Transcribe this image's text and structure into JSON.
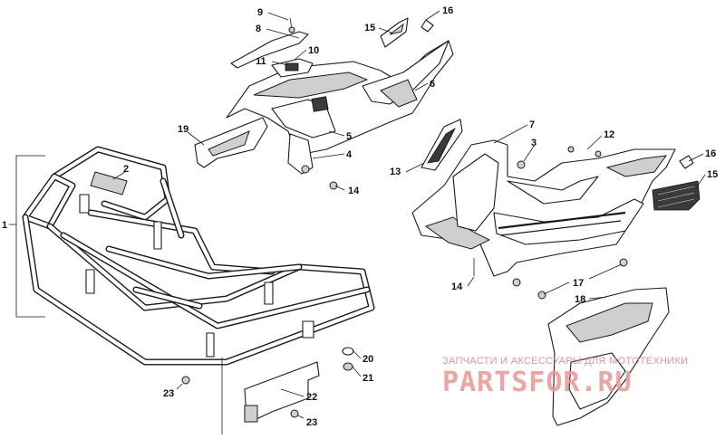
{
  "callouts": [
    {
      "n": "1"
    },
    {
      "n": "2"
    },
    {
      "n": "3"
    },
    {
      "n": "4"
    },
    {
      "n": "5"
    },
    {
      "n": "6"
    },
    {
      "n": "7"
    },
    {
      "n": "8"
    },
    {
      "n": "9"
    },
    {
      "n": "10"
    },
    {
      "n": "11"
    },
    {
      "n": "12"
    },
    {
      "n": "13"
    },
    {
      "n": "14"
    },
    {
      "n": "14"
    },
    {
      "n": "15"
    },
    {
      "n": "15"
    },
    {
      "n": "16"
    },
    {
      "n": "16"
    },
    {
      "n": "17"
    },
    {
      "n": "18"
    },
    {
      "n": "19"
    },
    {
      "n": "20"
    },
    {
      "n": "21"
    },
    {
      "n": "22"
    },
    {
      "n": "23"
    },
    {
      "n": "23"
    }
  ],
  "watermark": {
    "tagline": "ЗАПЧАСТИ И АКСЕССУАРЫ ДЛЯ МОТОТЕХНИКИ",
    "logo": "PARTSFOR.RU"
  },
  "colors": {
    "line": "#1a1a1a",
    "watermark": "#ee9b9b"
  }
}
